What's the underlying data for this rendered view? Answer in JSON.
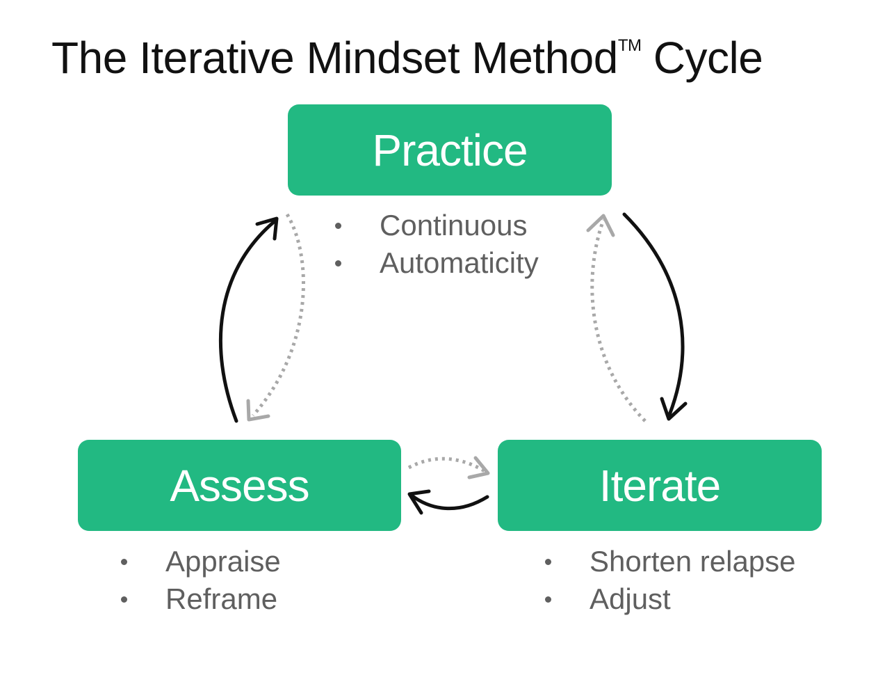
{
  "title": {
    "text": "The Iterative Mindset Method",
    "trademark": "TM",
    "suffix": "Cycle"
  },
  "colors": {
    "node_fill": "#22b982",
    "node_text": "#ffffff",
    "bullet_text": "#5f5f5f",
    "arrow_solid": "#111111",
    "arrow_dotted": "#a8a8a8"
  },
  "nodes": {
    "practice": {
      "label": "Practice",
      "bullets": [
        "Continuous",
        "Automaticity"
      ]
    },
    "assess": {
      "label": "Assess",
      "bullets": [
        "Appraise",
        "Reframe"
      ]
    },
    "iterate": {
      "label": "Iterate",
      "bullets": [
        "Shorten relapse",
        "Adjust"
      ]
    }
  },
  "edges": [
    {
      "from": "Assess",
      "to": "Practice",
      "style": "solid"
    },
    {
      "from": "Practice",
      "to": "Iterate",
      "style": "solid"
    },
    {
      "from": "Iterate",
      "to": "Assess",
      "style": "solid"
    },
    {
      "from": "Practice",
      "to": "Assess",
      "style": "dotted"
    },
    {
      "from": "Iterate",
      "to": "Practice",
      "style": "dotted"
    },
    {
      "from": "Assess",
      "to": "Iterate",
      "style": "dotted"
    }
  ]
}
